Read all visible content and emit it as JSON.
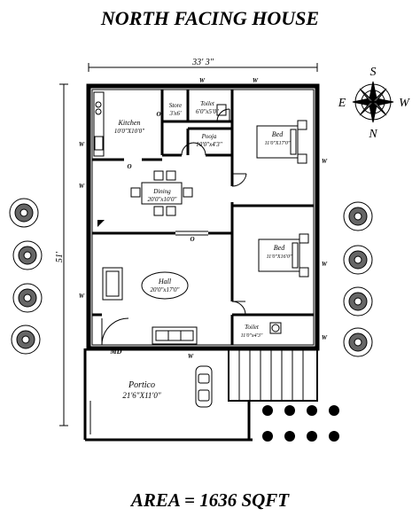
{
  "title": "NORTH FACING HOUSE",
  "area_label": "AREA = 1636  SQFT",
  "dimensions": {
    "width": "33' 3\"",
    "depth": "51'"
  },
  "compass": {
    "top": "S",
    "left": "E",
    "right": "W",
    "bottom": "N"
  },
  "rooms": {
    "kitchen": {
      "name": "Kitchen",
      "size": "10'0\"X10'0\""
    },
    "store": {
      "name": "Store",
      "size": "3'x6'"
    },
    "toilet_top": {
      "name": "Toilet",
      "size": "6'0\"x5'0\""
    },
    "pooja": {
      "name": "Pooja",
      "size": "10'0\"x4'3\""
    },
    "bed1": {
      "name": "Bed",
      "size": "11'0\"X17'0\""
    },
    "dining": {
      "name": "Dining",
      "size": "20'0\"x10'0\""
    },
    "bed2": {
      "name": "Bed",
      "size": "11'0\"X16'0\""
    },
    "hall": {
      "name": "Hall",
      "size": "20'0\"x17'0\""
    },
    "toilet_bottom": {
      "name": "Toilet",
      "size": "11'0\"x4'3\""
    },
    "portico": {
      "name": "Portico",
      "size": "21'6\"X11'0\""
    }
  },
  "marks": {
    "window": "W",
    "opening": "O",
    "main_door": "MD"
  }
}
